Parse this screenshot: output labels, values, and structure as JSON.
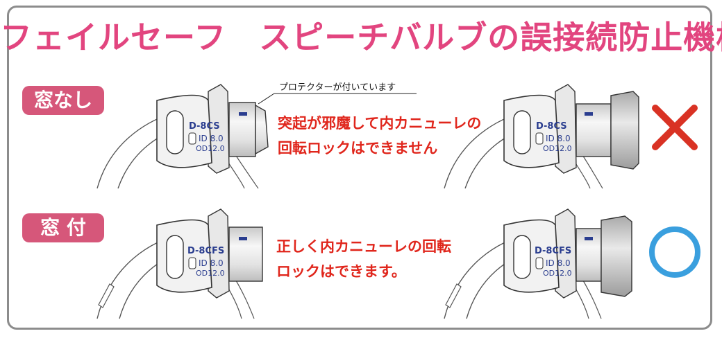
{
  "title": {
    "part1": "フェイルセーフ　スピーチバルブの",
    "part2": "誤接続防止機構"
  },
  "colors": {
    "accent_pink": "#e2457f",
    "badge_pink": "#d6577a",
    "note_red": "#e0261c",
    "cross_red": "#d93224",
    "circle_blue": "#3a9fde",
    "frame_gray": "#8c8c8c",
    "label_blue": "#2a3d8f"
  },
  "rows": [
    {
      "badge": "窓なし",
      "note_lines": [
        "突起が邪魔して内カニューレの",
        "回転ロックはできません"
      ],
      "result": "cross-icon",
      "labels": {
        "model": "D-8CS",
        "id": "ID 8.0",
        "od": "OD12.0"
      }
    },
    {
      "badge": "窓 付",
      "note_lines": [
        "正しく内カニューレの回転",
        "ロックはできます。"
      ],
      "result": "circle-icon",
      "labels": {
        "model": "D-8CFS",
        "id": "ID 8.0",
        "od": "OD12.0"
      }
    }
  ],
  "callout": "プロテクターが付いています"
}
